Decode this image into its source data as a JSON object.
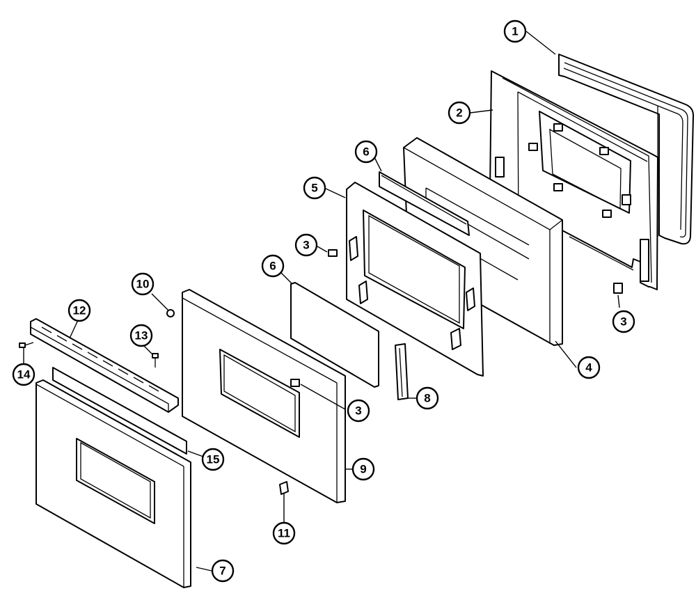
{
  "diagram": {
    "callouts": [
      {
        "id": "c1",
        "label": "1"
      },
      {
        "id": "c2",
        "label": "2"
      },
      {
        "id": "c3a",
        "label": "3"
      },
      {
        "id": "c3b",
        "label": "3"
      },
      {
        "id": "c3c",
        "label": "3"
      },
      {
        "id": "c4",
        "label": "4"
      },
      {
        "id": "c5",
        "label": "5"
      },
      {
        "id": "c6a",
        "label": "6"
      },
      {
        "id": "c6b",
        "label": "6"
      },
      {
        "id": "c7",
        "label": "7"
      },
      {
        "id": "c8",
        "label": "8"
      },
      {
        "id": "c9",
        "label": "9"
      },
      {
        "id": "c10",
        "label": "10"
      },
      {
        "id": "c11",
        "label": "11"
      },
      {
        "id": "c12",
        "label": "12"
      },
      {
        "id": "c13",
        "label": "13"
      },
      {
        "id": "c14",
        "label": "14"
      },
      {
        "id": "c15",
        "label": "15"
      }
    ]
  }
}
